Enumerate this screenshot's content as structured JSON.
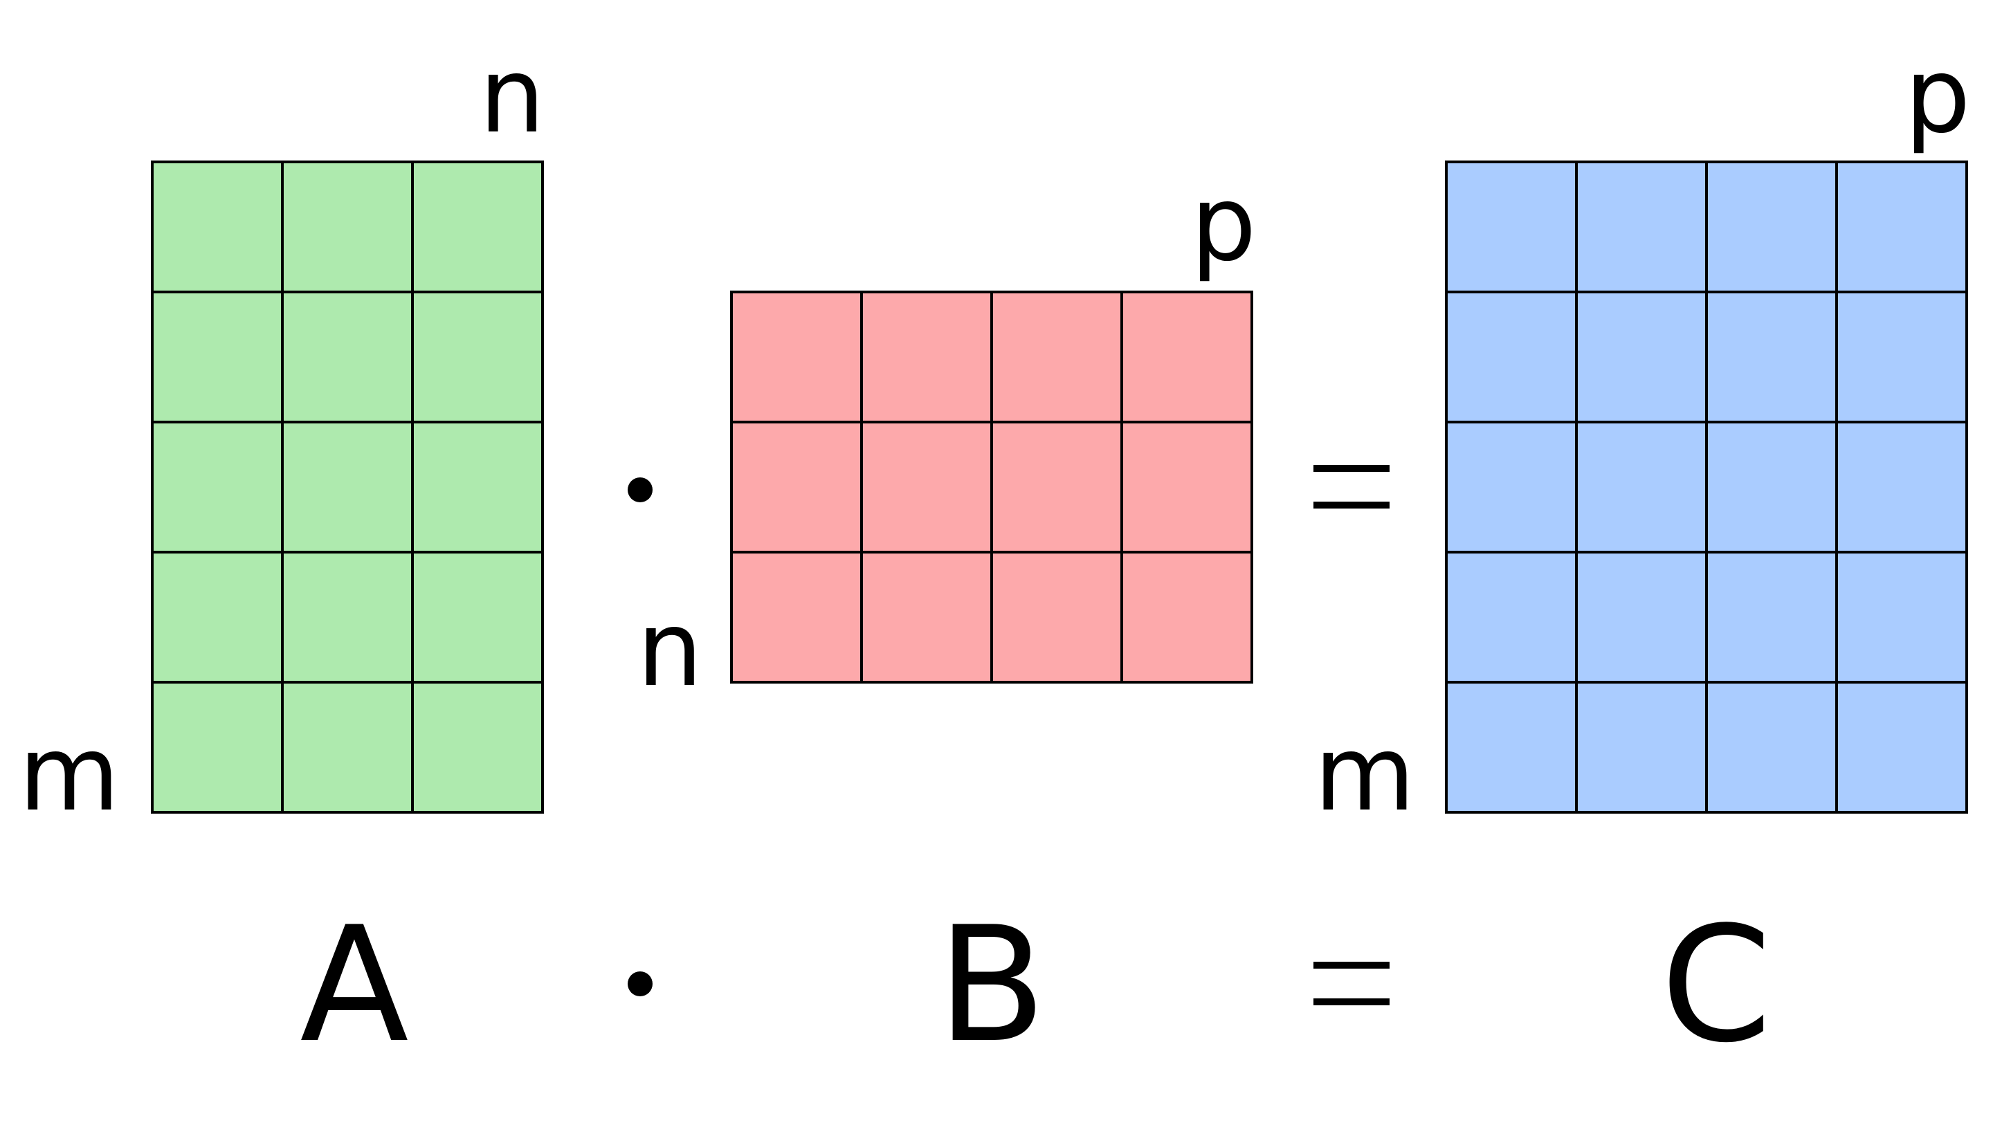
{
  "matrices": [
    {
      "name": "A",
      "rows": 5,
      "cols": 3,
      "fill": "#aeeaae",
      "row_label": "m",
      "col_label": "n"
    },
    {
      "name": "B",
      "rows": 3,
      "cols": 4,
      "fill": "#fda9ab",
      "row_label": "n",
      "col_label": "p"
    },
    {
      "name": "C",
      "rows": 5,
      "cols": 4,
      "fill": "#aaccff",
      "row_label": "m",
      "col_label": "p"
    }
  ],
  "operators": {
    "multiply_symbol": "•",
    "equals_symbol": "="
  },
  "colors": {
    "grid_line": "#000000",
    "text": "#000000",
    "background": "#ffffff"
  }
}
